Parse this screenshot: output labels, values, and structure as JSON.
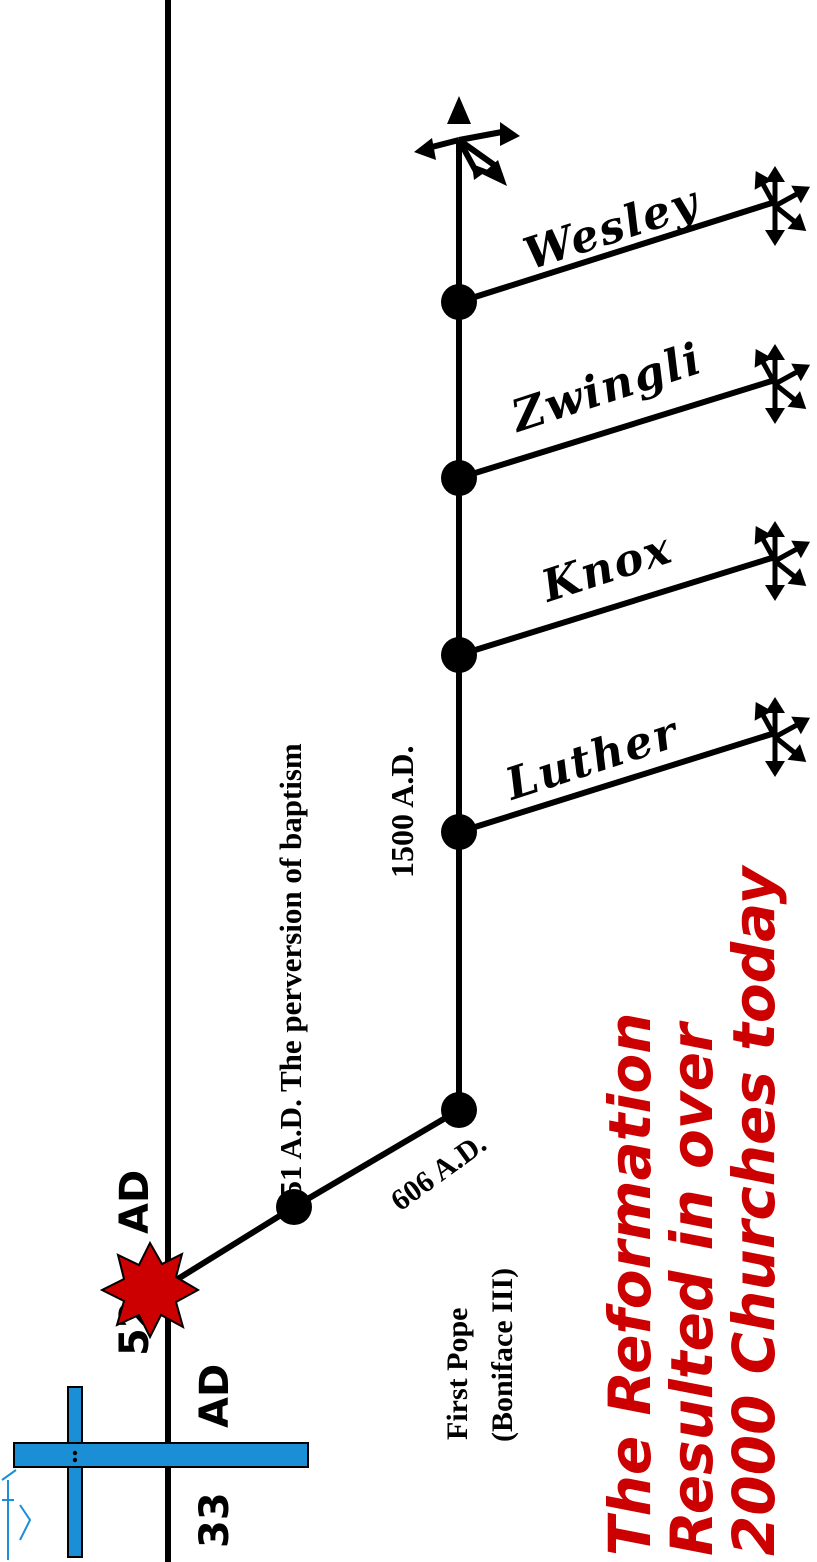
{
  "colors": {
    "ink": "#000000",
    "cross": "#1b8fd6",
    "burst": "#cc0000",
    "emphasis": "#cc0000"
  },
  "timeline": {
    "year_33": "33",
    "ad_33": "AD",
    "year_52": "52",
    "ad_52": "AD"
  },
  "events": {
    "perversion": "251 A.D. The perversion of baptism",
    "first_pope_date": "606 A.D.",
    "first_pope_label": "First Pope",
    "first_pope_name": "(Boniface III)",
    "reformation_date": "1500 A.D."
  },
  "reformers": [
    "Luther",
    "Knox",
    "Zwingli",
    "Wesley"
  ],
  "conclusion": {
    "line1": "The Reformation",
    "line2": "Resulted in  over",
    "line3": "2000 Churches today"
  },
  "icons": [
    "cross-icon",
    "burst-icon",
    "branch-arrows-icon"
  ]
}
